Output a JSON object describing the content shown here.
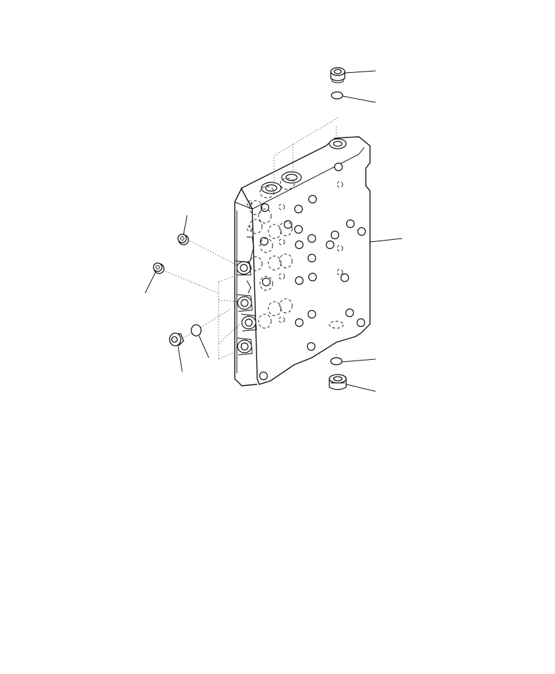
{
  "diagram": {
    "kind": "exploded-parts-drawing",
    "background": "#ffffff",
    "line_color": "#111111",
    "parts": [
      {
        "name": "valve-body-block"
      },
      {
        "name": "plug-top"
      },
      {
        "name": "o-ring-top"
      },
      {
        "name": "plug-bottom-right"
      },
      {
        "name": "o-ring-bottom-right"
      },
      {
        "name": "plug-left-upper"
      },
      {
        "name": "plug-left-middle"
      },
      {
        "name": "plug-left-lower"
      },
      {
        "name": "o-ring-left-lower"
      }
    ]
  }
}
